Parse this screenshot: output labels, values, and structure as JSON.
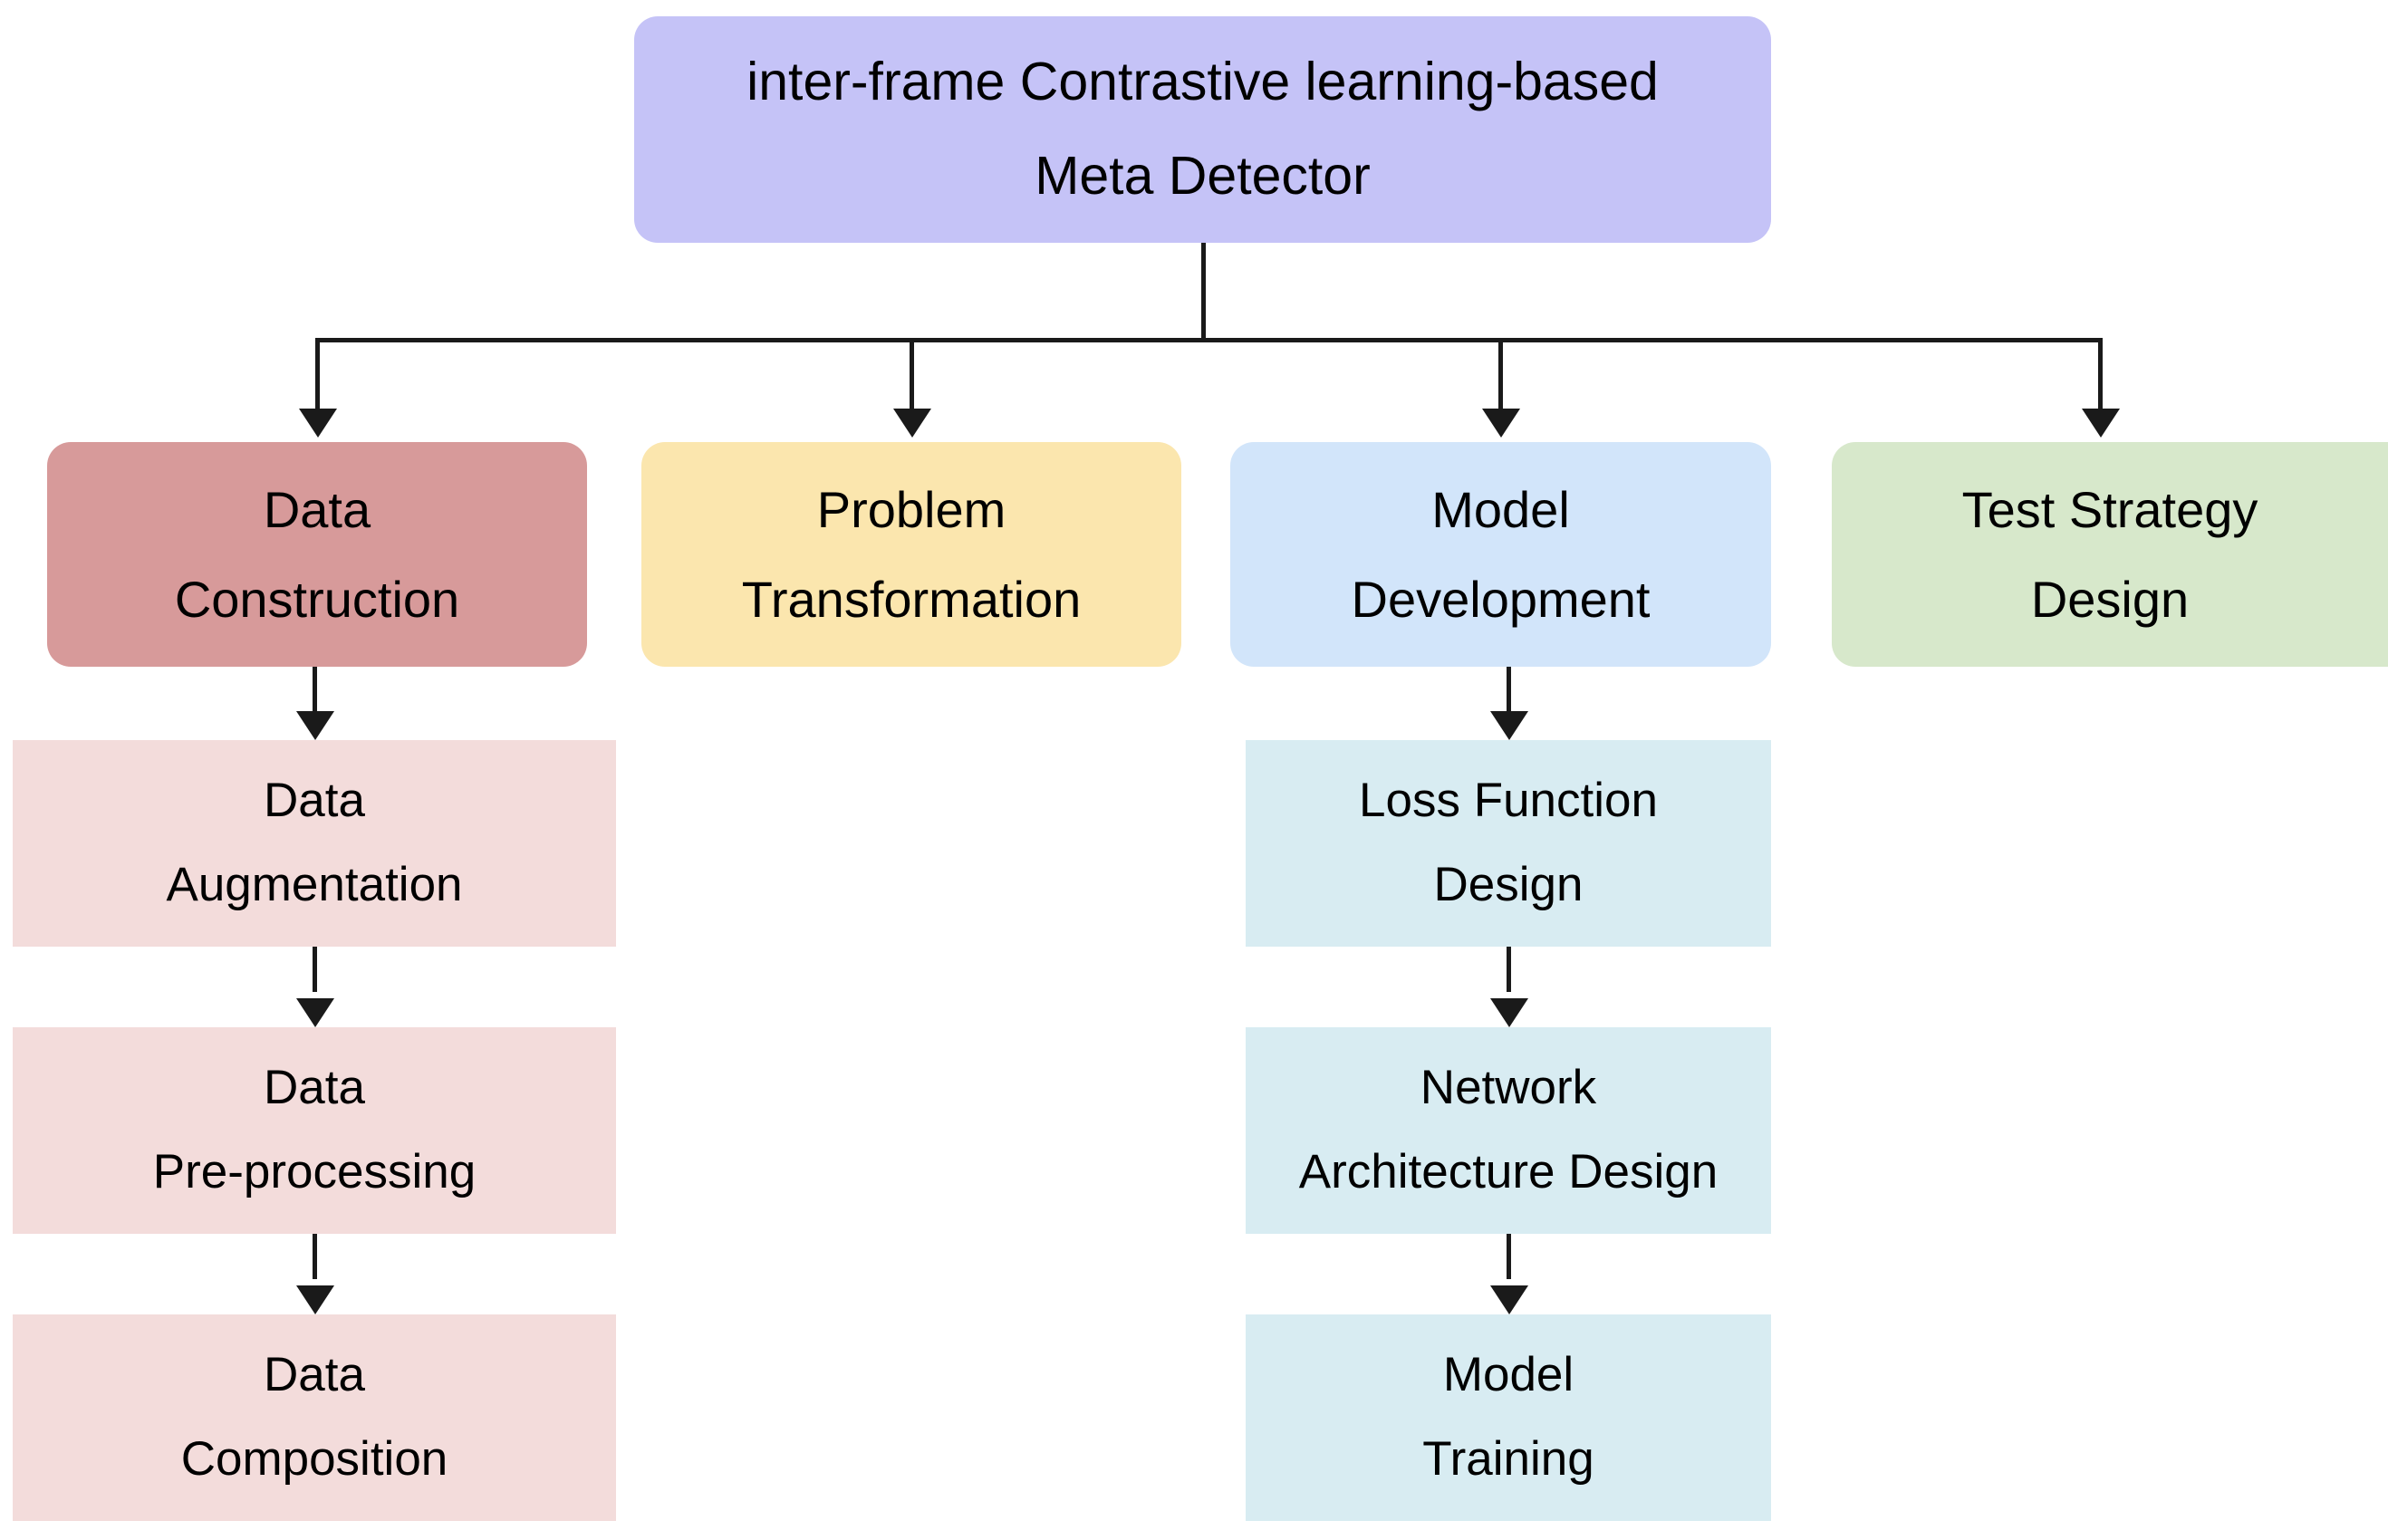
{
  "diagram": {
    "title": "inter-frame Contrastive learning-based Meta Detector",
    "root": {
      "label_line1": "inter-frame Contrastive learning-based",
      "label_line2": "Meta Detector",
      "color": "#c5c3f7"
    },
    "branches": [
      {
        "id": "data-construction",
        "label_line1": "Data",
        "label_line2": "Construction",
        "color": "#d79a9a",
        "children": [
          {
            "id": "data-augmentation",
            "label_line1": "Data",
            "label_line2": "Augmentation",
            "color": "#f3dcdb"
          },
          {
            "id": "data-pre-processing",
            "label_line1": "Data",
            "label_line2": "Pre-processing",
            "color": "#f3dcdb"
          },
          {
            "id": "data-composition",
            "label_line1": "Data",
            "label_line2": "Composition",
            "color": "#f3dcdb"
          }
        ]
      },
      {
        "id": "problem-transformation",
        "label_line1": "Problem",
        "label_line2": "Transformation",
        "color": "#fbe6ae",
        "children": []
      },
      {
        "id": "model-development",
        "label_line1": "Model",
        "label_line2": "Development",
        "color": "#d2e5fa",
        "children": [
          {
            "id": "loss-function-design",
            "label_line1": "Loss Function",
            "label_line2": "Design",
            "color": "#d8ecf2"
          },
          {
            "id": "network-architecture-design",
            "label_line1": "Network",
            "label_line2": "Architecture Design",
            "color": "#d8ecf2"
          },
          {
            "id": "model-training",
            "label_line1": "Model",
            "label_line2": "Training",
            "color": "#d8ecf2"
          }
        ]
      },
      {
        "id": "test-strategy-design",
        "label_line1": "Test Strategy",
        "label_line2": "Design",
        "color": "#d7e8cb",
        "children": []
      }
    ],
    "connector_color": "#1a1a1a",
    "background": "#ffffff"
  }
}
